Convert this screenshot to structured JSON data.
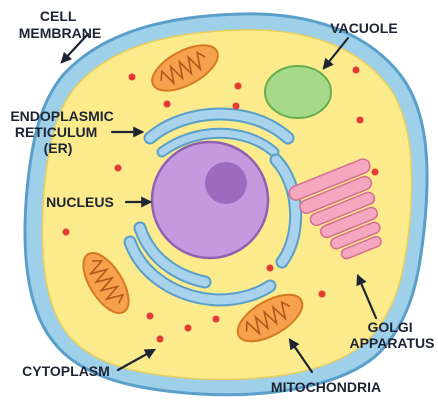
{
  "labels": {
    "cell_membrane": [
      "CELL",
      "MEMBRANE"
    ],
    "vacuole": "VACUOLE",
    "er": [
      "ENDOPLASMIC",
      "RETICULUM",
      "(ER)"
    ],
    "nucleus": "NUCLEUS",
    "golgi": [
      "GOLGI",
      "APPARATUS"
    ],
    "cytoplasm": "CYTOPLASM",
    "mitochondria": "MITOCHONDRIA"
  },
  "colors": {
    "membrane": "#9fd0ea",
    "membrane_outline": "#5a9fc9",
    "cytoplasm": "#fbeb8c",
    "nucleus": "#c49adf",
    "nucleolus": "#9b6bbf",
    "er": "#a9d3ec",
    "golgi": "#f5a7c0",
    "vacuole": "#a6d98a",
    "mitochondria": "#f7a04d",
    "ribosome": "#e53935",
    "label_text": "#1d2433"
  }
}
